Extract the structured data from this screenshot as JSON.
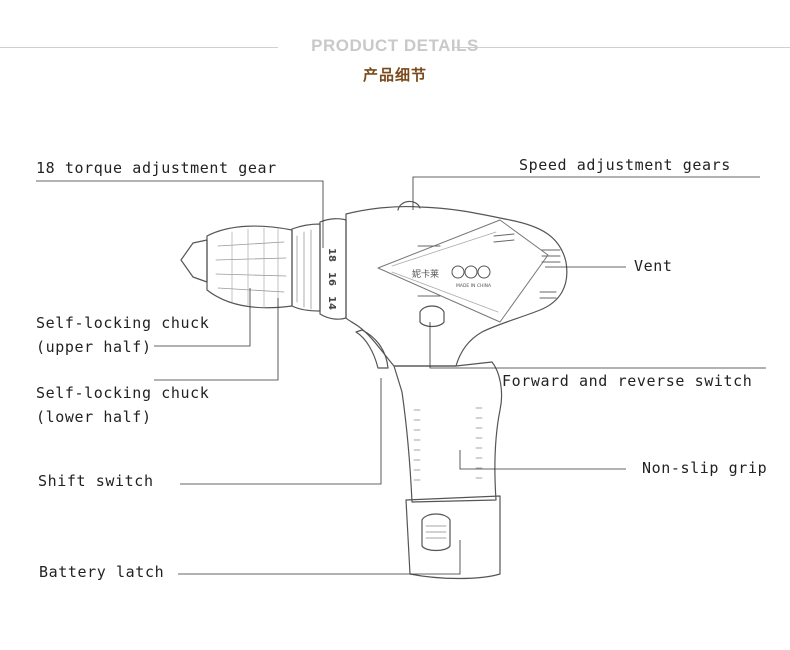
{
  "header": {
    "title": "PRODUCT DETAILS",
    "subtitle": "产品细节"
  },
  "labels": {
    "torque_gear": "18 torque adjustment gear",
    "speed_gears": "Speed adjustment gears",
    "vent": "Vent",
    "chuck_upper_line1": "Self-locking chuck",
    "chuck_upper_line2": "(upper half)",
    "chuck_lower_line1": "Self-locking chuck",
    "chuck_lower_line2": "(lower half)",
    "forward_reverse": "Forward and reverse switch",
    "shift_switch": "Shift switch",
    "non_slip_grip": "Non-slip grip",
    "battery_latch": "Battery latch"
  },
  "product": {
    "brand_mark": "妮卡莱",
    "origin_mark": "MADE IN CHINA",
    "torque_numbers": [
      "18",
      "16",
      "14"
    ]
  }
}
